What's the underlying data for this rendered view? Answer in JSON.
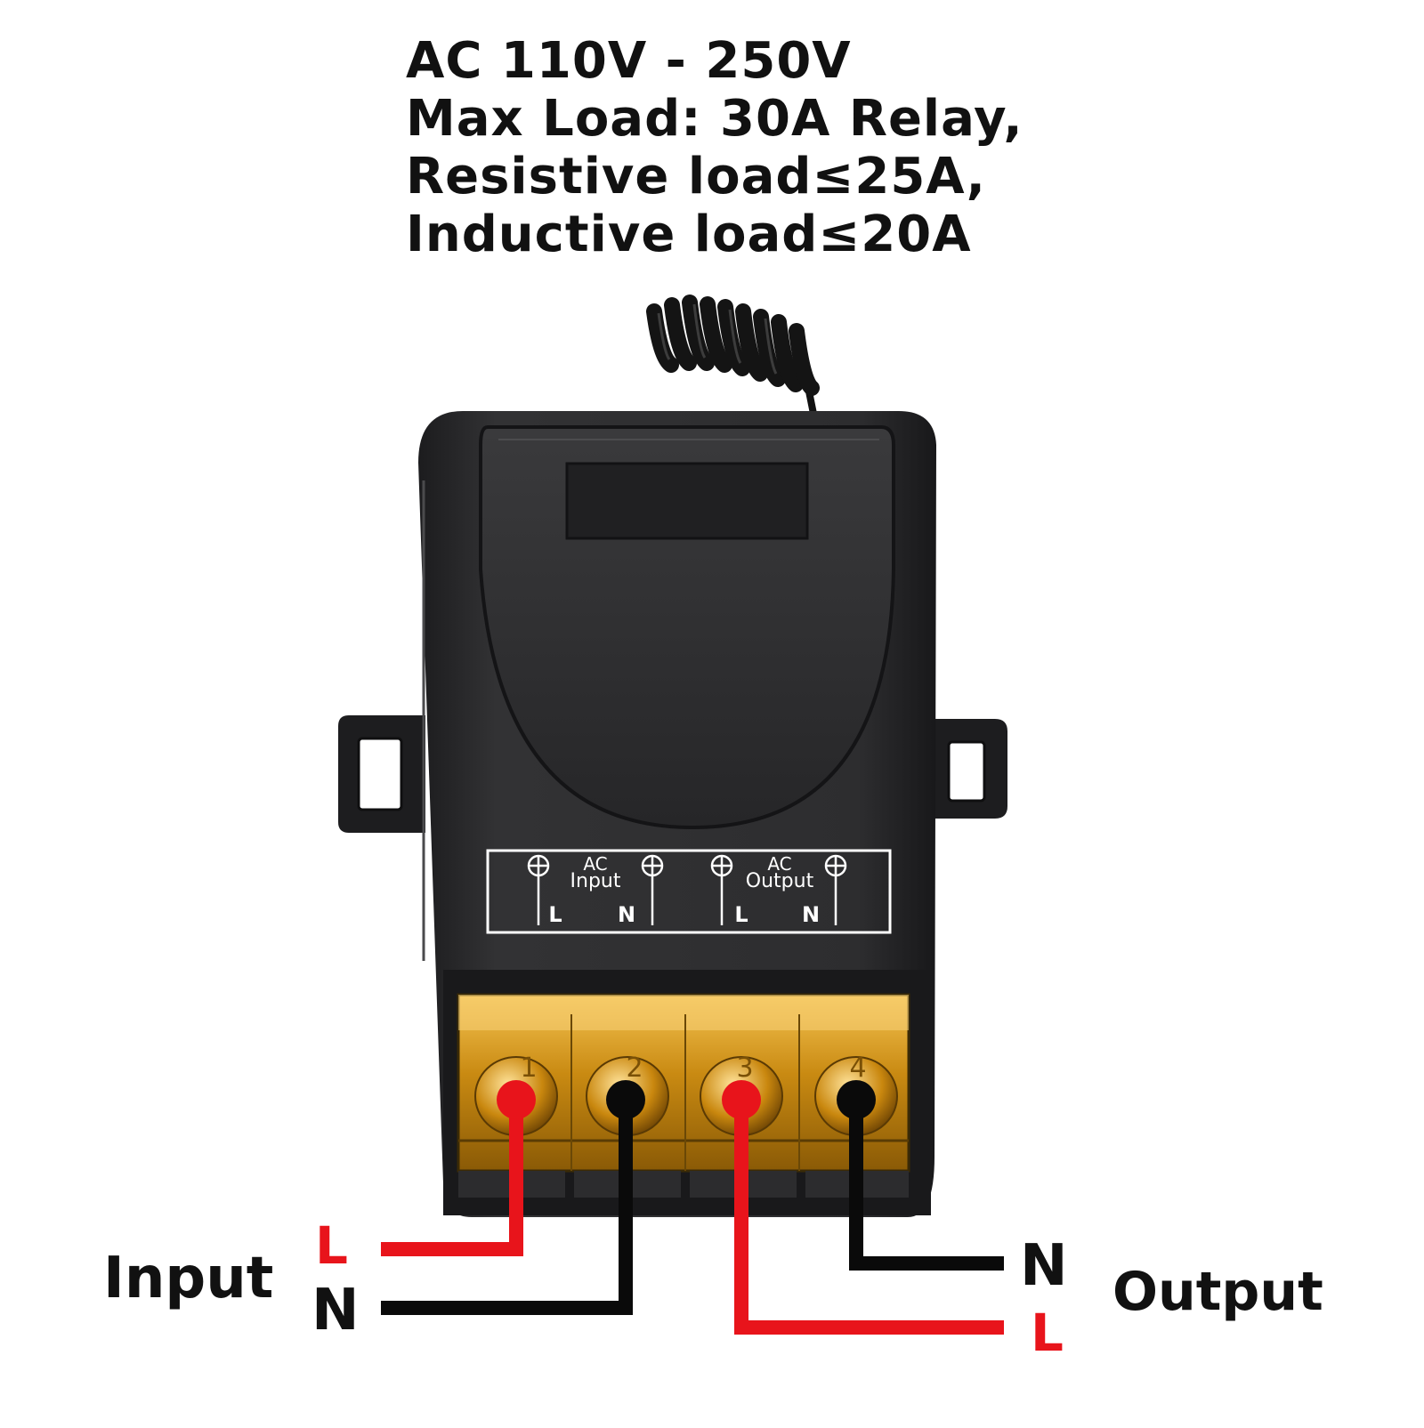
{
  "specs": {
    "line1": "AC 110V - 250V",
    "line2": "Max Load: 30A Relay,",
    "line3": "Resistive load≤25A,",
    "line4": "Inductive load≤20A"
  },
  "panel": {
    "input_group": {
      "top": "AC",
      "bottom": "Input",
      "l": "L",
      "n": "N"
    },
    "output_group": {
      "top": "AC",
      "bottom": "Output",
      "l": "L",
      "n": "N"
    }
  },
  "terminals": {
    "numbers": [
      "1",
      "2",
      "3",
      "4"
    ]
  },
  "wiring": {
    "input_label": "Input",
    "input_l": "L",
    "input_n": "N",
    "output_label": "Output",
    "output_n": "N",
    "output_l": "L"
  },
  "colors": {
    "live_wire": "#e8141b",
    "neutral_wire": "#0a0a0a",
    "housing": "#2b2b2d",
    "terminal_cover": "#e0a020"
  }
}
